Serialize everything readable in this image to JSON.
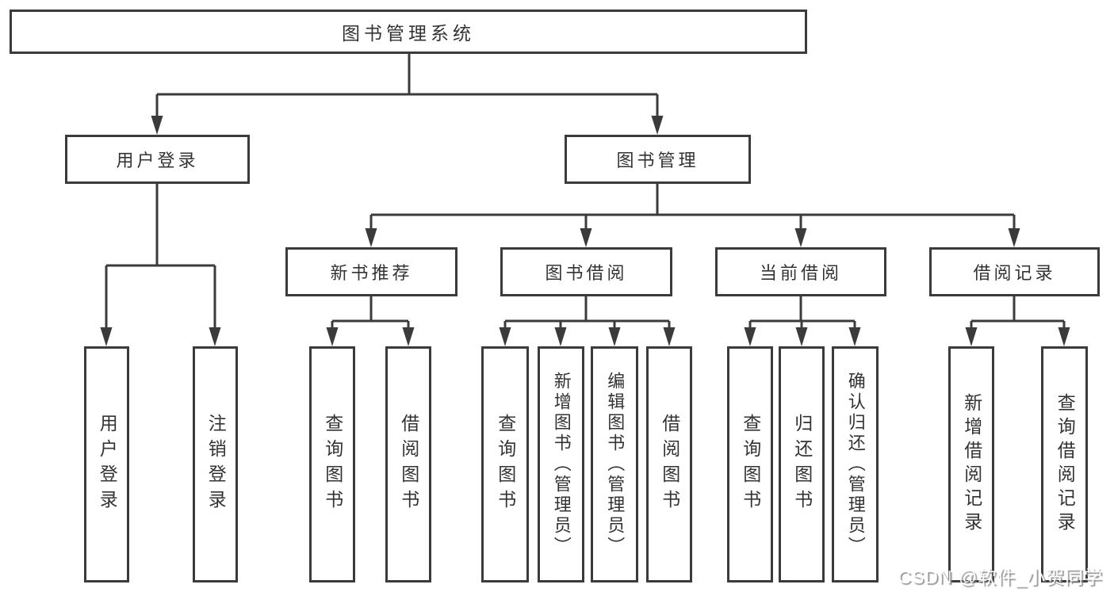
{
  "colors": {
    "background": "#ffffff",
    "line": "#3b3b3b",
    "text": "#333333"
  },
  "watermark": {
    "text": "CSDN @软件_小贺同学"
  },
  "tree": {
    "root": {
      "label": "图书管理系统"
    },
    "branches": [
      {
        "label": "用户登录",
        "children": [
          {
            "label": "用户登录"
          },
          {
            "label": "注销登录"
          }
        ]
      },
      {
        "label": "图书管理",
        "children": [
          {
            "label": "新书推荐",
            "children": [
              {
                "label": "查询图书"
              },
              {
                "label": "借阅图书"
              }
            ]
          },
          {
            "label": "图书借阅",
            "children": [
              {
                "label": "查询图书"
              },
              {
                "label": "新增图书（管理员）"
              },
              {
                "label": "编辑图书（管理员）"
              },
              {
                "label": "借阅图书"
              }
            ]
          },
          {
            "label": "当前借阅",
            "children": [
              {
                "label": "查询图书"
              },
              {
                "label": "归还图书"
              },
              {
                "label": "确认归还（管理员）"
              }
            ]
          },
          {
            "label": "借阅记录",
            "children": [
              {
                "label": "新增借阅记录"
              },
              {
                "label": "查询借阅记录"
              }
            ]
          }
        ]
      }
    ]
  }
}
